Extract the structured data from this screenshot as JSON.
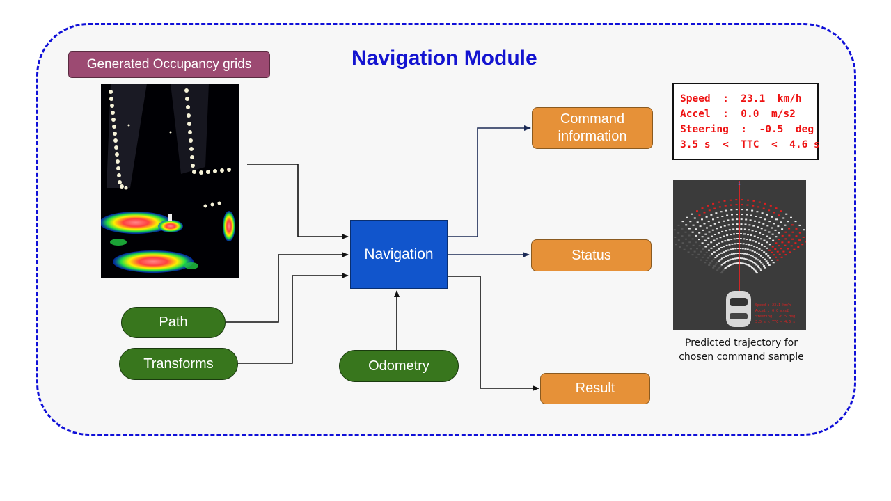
{
  "title": "Navigation Module",
  "grid_label": "Generated Occupancy grids",
  "center_node": "Navigation",
  "outputs": {
    "command": [
      "Command",
      "information"
    ],
    "status": "Status",
    "result": "Result"
  },
  "inputs": {
    "path": "Path",
    "transforms": "Transforms",
    "odometry": "Odometry"
  },
  "info": {
    "speed": "Speed  :  23.1  km/h",
    "accel": "Accel  :  0.0  m/s2",
    "steering": "Steering  :  -0.5  deg",
    "ttc": "3.5 s  <  TTC  <  4.6 s"
  },
  "traj_overlay": {
    "speed": "Speed  :  23.1  km/h",
    "accel": "Accel  :  0.0  m/s2",
    "steering": "Steering  :  -0.5  deg",
    "ttc": "3.5 s  <  TTC  <  4.6 s"
  },
  "caption": [
    "Predicted trajectory for",
    "chosen command sample"
  ],
  "colors": {
    "frame": "#1010d8",
    "nav": "#1155cc",
    "output": "#e69138",
    "input": "#38761d",
    "label": "#9c4a72",
    "info_text": "#ee1111"
  }
}
